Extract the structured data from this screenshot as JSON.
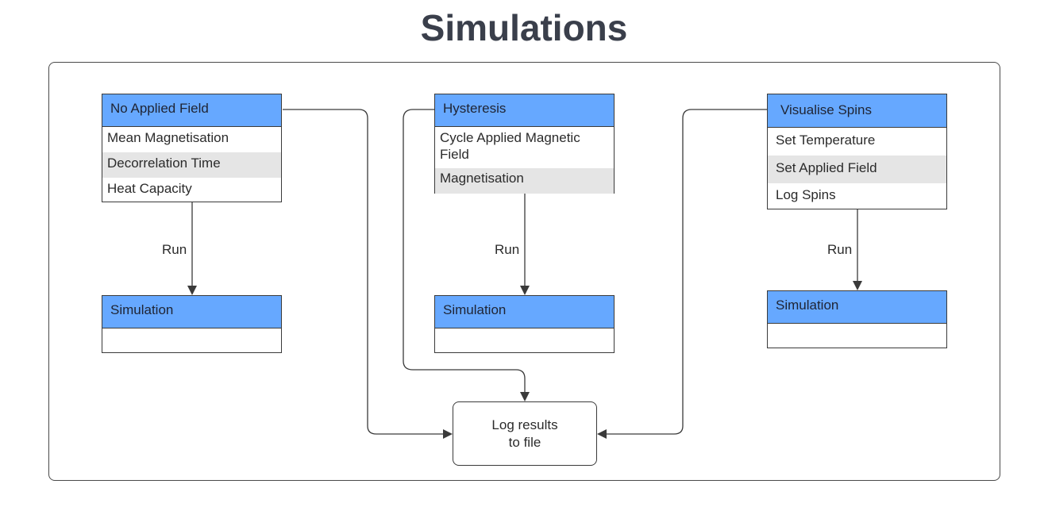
{
  "title": "Simulations",
  "colors": {
    "header": "#66a8ff",
    "alt_row": "#e5e5e5",
    "line": "#3a3a3a"
  },
  "classes": {
    "no_field": {
      "name": "No Applied Field",
      "rows": [
        "Mean Magnetisation",
        "Decorrelation Time",
        "Heat Capacity"
      ]
    },
    "hysteresis": {
      "name": "Hysteresis",
      "rows": [
        "Cycle Applied Magnetic Field",
        "Magnetisation"
      ]
    },
    "visualise": {
      "name": "Visualise Spins",
      "rows": [
        "Set Temperature",
        "Set Applied Field",
        "Log Spins"
      ]
    }
  },
  "simulation_label": "Simulation",
  "run_label": "Run",
  "log_box": {
    "line1": "Log results",
    "line2": "to file"
  }
}
